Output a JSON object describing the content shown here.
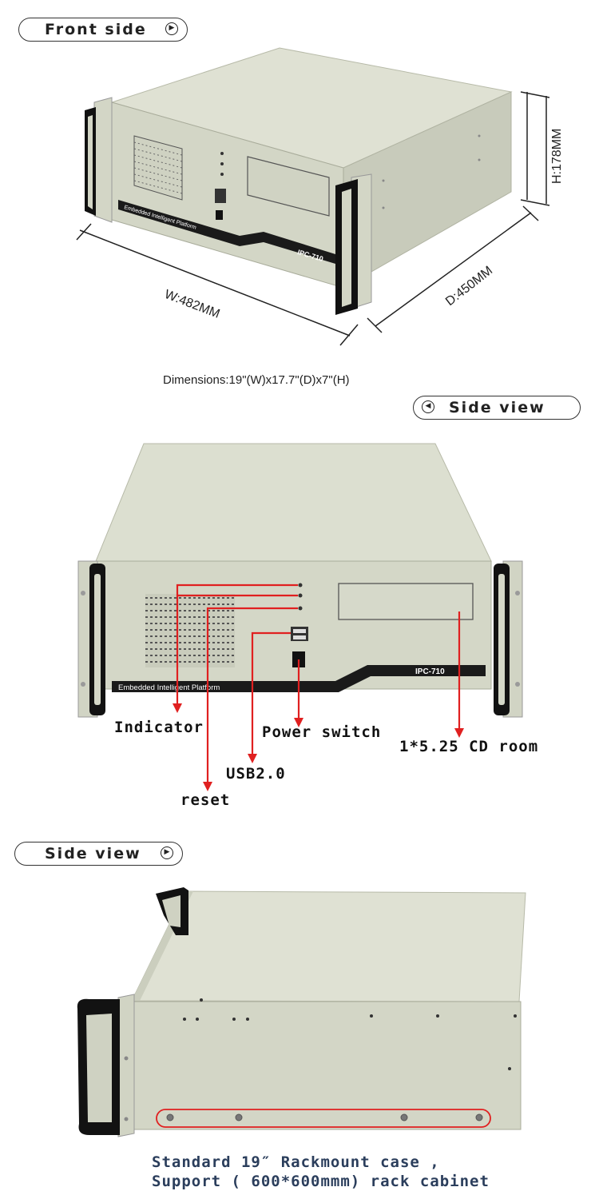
{
  "sections": {
    "front": {
      "label": "Front side",
      "arrow": "▶"
    },
    "side1": {
      "label": "Side view",
      "arrow": "◀"
    },
    "side2": {
      "label": "Side view",
      "arrow": "▶"
    }
  },
  "dimensions": {
    "width_label": "W:482MM",
    "depth_label": "D:450MM",
    "height_label": "H:178MM",
    "summary": "Dimensions:19\"(W)x17.7\"(D)x7\"(H)"
  },
  "front_panel": {
    "brand_strip": "Embedded Intelligent Platform",
    "model": "IPC-710"
  },
  "callouts": {
    "indicator": "Indicator",
    "power_switch": "Power switch",
    "cd_room": "1*5.25 CD room",
    "usb": "USB2.0",
    "reset": "reset"
  },
  "footer": {
    "line1": "Standard 19″ Rackmount case ,",
    "line2": "Support ( 600*600mmm) rack cabinet"
  },
  "colors": {
    "chassis": "#d9dccd",
    "chassis_dark": "#c3c6b6",
    "callout_red": "#e02020",
    "footer_text": "#2b3e5c"
  }
}
